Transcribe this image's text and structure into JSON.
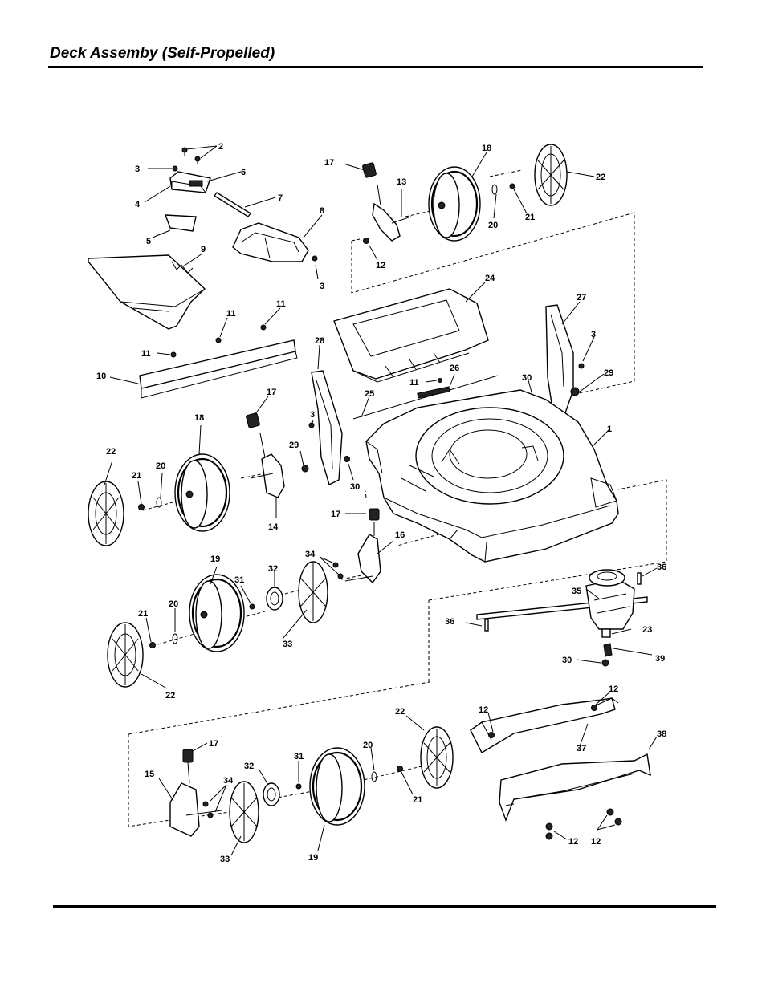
{
  "header": {
    "title": "Deck Assemby (Self-Propelled)"
  },
  "labels": {
    "l2": "2",
    "l3a": "3",
    "l4": "4",
    "l6": "6",
    "l7": "7",
    "l5": "5",
    "l8": "8",
    "l3b": "3",
    "l9": "9",
    "l17a": "17",
    "l13": "13",
    "l18a": "18",
    "l22a": "22",
    "l20a": "20",
    "l21a": "21",
    "l12a": "12",
    "l24": "24",
    "l27": "27",
    "l3c": "3",
    "l29a": "29",
    "l30a": "30",
    "l11a": "11",
    "l11b": "11",
    "l11c": "11",
    "l10": "10",
    "l28": "28",
    "l11d": "11",
    "l26": "26",
    "l25": "25",
    "l1": "1",
    "l17b": "17",
    "l18b": "18",
    "l22b": "22",
    "l21b": "21",
    "l20b": "20",
    "l14": "14",
    "l3d": "3",
    "l29b": "29",
    "l30b": "30",
    "l17c": "17",
    "l16": "16",
    "l34a": "34",
    "l19a": "19",
    "l31a": "31",
    "l32a": "32",
    "l33a": "33",
    "l21c": "21",
    "l20c": "20",
    "l22c": "22",
    "l36a": "36",
    "l35": "35",
    "l36b": "36",
    "l23": "23",
    "l30c": "30",
    "l39": "39",
    "l12b": "12",
    "l12c": "12",
    "l37": "37",
    "l38": "38",
    "l22d": "22",
    "l17d": "17",
    "l15": "15",
    "l34b": "34",
    "l32b": "32",
    "l31b": "31",
    "l20d": "20",
    "l21d": "21",
    "l33b": "33",
    "l19b": "19",
    "l12d": "12",
    "l12e": "12"
  }
}
